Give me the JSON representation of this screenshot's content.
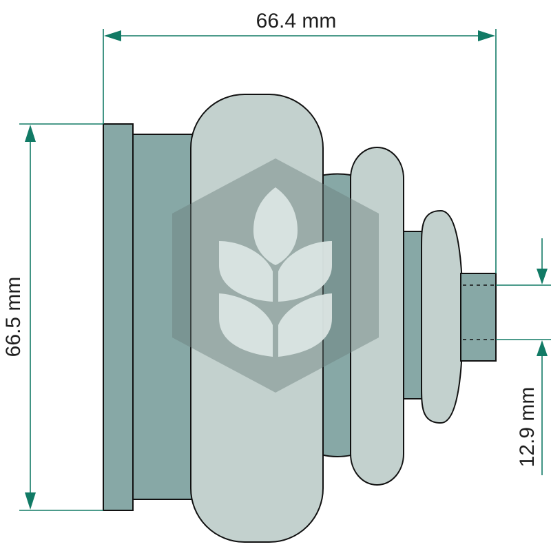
{
  "dimensions": {
    "overall_length": "66.4 mm",
    "outer_diameter": "66.5 mm",
    "inner_diameter": "12.9 mm"
  },
  "colors": {
    "dimension_line": "#117a65",
    "part_dark": "#87a8a6",
    "part_light": "#c3d1ce",
    "outline": "#111111",
    "watermark": "#8a9a98"
  },
  "watermark": {
    "icon": "wheat-leaf-hexagon-logo"
  }
}
